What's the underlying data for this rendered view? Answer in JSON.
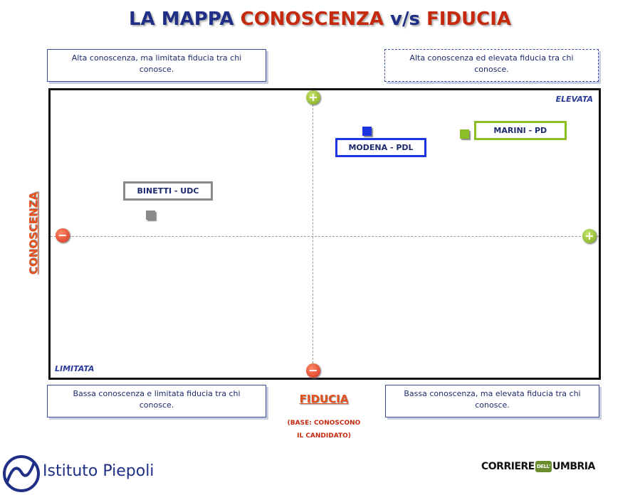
{
  "title": {
    "part1": "LA MAPPA ",
    "part2": "CONOSCENZA",
    "part3": " v/s ",
    "part4": "FIDUCIA"
  },
  "quadrants": {
    "top_left": "Alta conoscenza, ma limitata fiducia tra chi conosce.",
    "top_right": "Alta conoscenza ed elevata fiducia tra chi conosce.",
    "bottom_left": "Bassa conoscenza e limitata fiducia tra chi conosce.",
    "bottom_right": "Bassa conoscenza, ma elevata fiducia tra chi conosce."
  },
  "chart_data": {
    "type": "scatter",
    "xlabel": "FIDUCIA",
    "ylabel": "CONOSCENZA",
    "note_line1": "(BASE: CONOSCONO",
    "note_line2": "IL CANDIDATO)",
    "corner_top_right": "ELEVATA",
    "corner_bottom_left": "LIMITATA",
    "xlim": [
      -1,
      1
    ],
    "ylim": [
      -1,
      1
    ],
    "grid": false,
    "points": [
      {
        "label": "MARINI - PD",
        "x": 0.56,
        "y": 0.73,
        "color": "#8cbf26",
        "border": "#8cbf26"
      },
      {
        "label": "MODENA - PDL",
        "x": 0.2,
        "y": 0.75,
        "color": "#1d35e0",
        "border": "#1d35e0"
      },
      {
        "label": "BINETTI - UDC",
        "x": -0.6,
        "y": 0.15,
        "color": "#8a8a8a",
        "border": "#8a8a8a"
      }
    ]
  },
  "axis_signs": {
    "plus": "+",
    "minus": "−"
  },
  "logos": {
    "left": "Istituto Piepoli",
    "right_a": "CORRIERE",
    "right_b": "DELL'",
    "right_c": "UMBRIA"
  }
}
